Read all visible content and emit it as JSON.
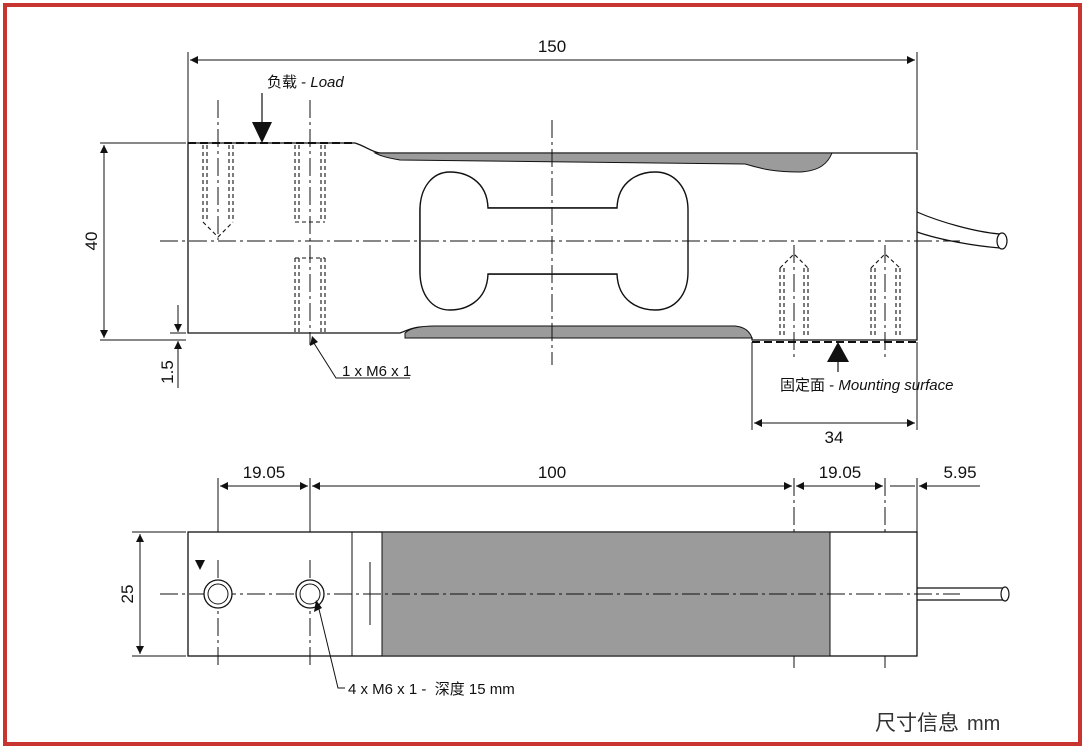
{
  "colors": {
    "frame": "#c8342f",
    "line": "#111111",
    "fill": "#9b9b9b"
  },
  "side_view": {
    "dim_length": "150",
    "dim_height": "40",
    "dim_offset": "1.5",
    "dim_mount": "34",
    "load_label_cn": "负载",
    "load_label_sep": " - ",
    "load_label_en": "Load",
    "thread_label": "1 x M6 x 1",
    "mount_label_cn": "固定面",
    "mount_label_sep": " - ",
    "mount_label_en": "Mounting surface"
  },
  "top_view": {
    "dim_left": "19.05",
    "dim_middle": "100",
    "dim_right": "19.05",
    "dim_end": "5.95",
    "dim_width": "25",
    "thread_label": "4 x M6 x 1 -  深度 15 mm"
  },
  "units_label_cn": "尺寸信息",
  "units_label_mm": "mm"
}
